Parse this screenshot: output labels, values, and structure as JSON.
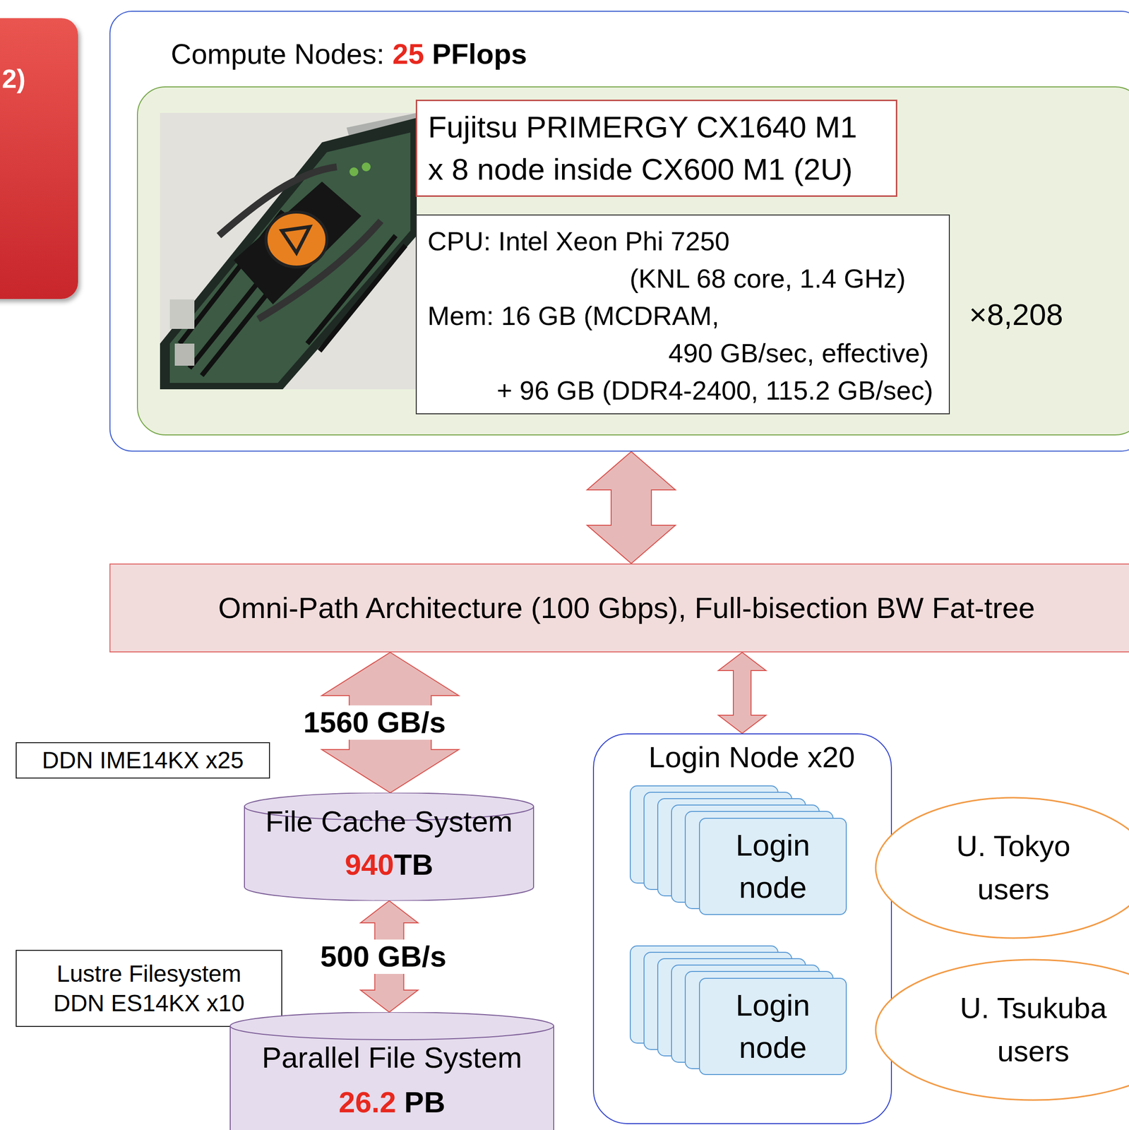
{
  "diagram": {
    "nodes": [
      {
        "text": [
          "2)"
        ]
      },
      {
        "text": [
          "Compute Nodes:",
          "25",
          "PFlops"
        ]
      },
      {
        "text": [
          "×8,208"
        ],
        "in": 1
      },
      {
        "text": [
          "Fujitsu PRIMERGY CX1640 M1 x 8 node inside CX600 M1 (2U)"
        ],
        "in": 2
      },
      {
        "text": [
          "CPU: Intel Xeon Phi 7250",
          "(KNL 68 core, 1.4 GHz)",
          "Mem: 16 GB (MCDRAM,",
          "490 GB/sec, effective)",
          "+ 96 GB (DDR4-2400, 115.2 GB/sec)"
        ],
        "in": 2
      },
      {
        "text": [
          "Omni-Path Architecture (100 Gbps), Full-bisection BW Fat-tree"
        ]
      },
      {
        "text": [
          "DDN IME14KX x25"
        ]
      },
      {
        "text": [
          "File Cache System",
          "940",
          "TB"
        ]
      },
      {
        "text": [
          "Lustre Filesystem DDN ES14KX x10"
        ]
      },
      {
        "text": [
          "Parallel File System",
          "26.2",
          "PB"
        ]
      },
      {
        "text": [
          "Login Node x20"
        ]
      },
      {
        "text": [
          "Login node"
        ],
        "in": 10
      },
      {
        "text": [
          "Login node"
        ],
        "in": 10
      },
      {
        "text": [
          "U. Tokyo users"
        ]
      },
      {
        "text": [
          "U. Tsukuba users"
        ]
      }
    ],
    "edges": [
      {
        "from": 1,
        "to": 5,
        "arrow": "both"
      },
      {
        "from": 5,
        "to": 7,
        "label": "1560 GB/s",
        "arrow": "both"
      },
      {
        "from": 5,
        "to": 10,
        "arrow": "both"
      },
      {
        "from": 7,
        "to": 9,
        "label": "500 GB/s",
        "arrow": "both"
      }
    ]
  }
}
